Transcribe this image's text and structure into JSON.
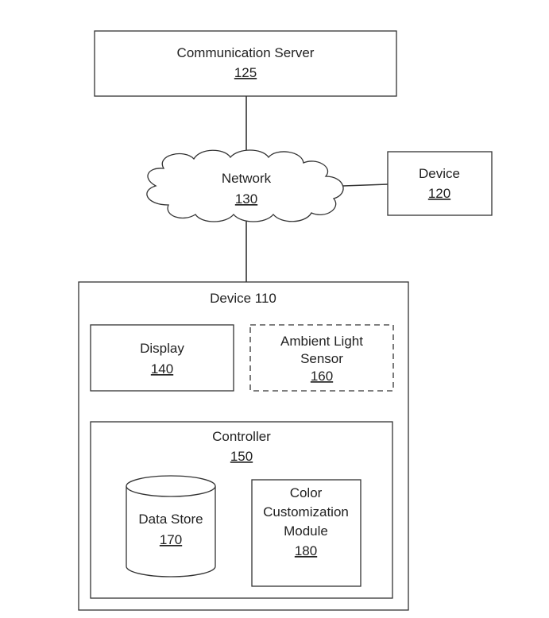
{
  "server": {
    "title": "Communication Server",
    "ref": "125"
  },
  "network": {
    "title": "Network",
    "ref": "130"
  },
  "device120": {
    "title": "Device",
    "ref": "120"
  },
  "device110": {
    "title": "Device 110"
  },
  "display": {
    "title": "Display",
    "ref": "140"
  },
  "sensor": {
    "line1": "Ambient Light",
    "line2": "Sensor",
    "ref": "160"
  },
  "controller": {
    "title": "Controller",
    "ref": "150"
  },
  "datastore": {
    "title": "Data Store",
    "ref": "170"
  },
  "color_module": {
    "line1": "Color",
    "line2": "Customization",
    "line3": "Module",
    "ref": "180"
  }
}
